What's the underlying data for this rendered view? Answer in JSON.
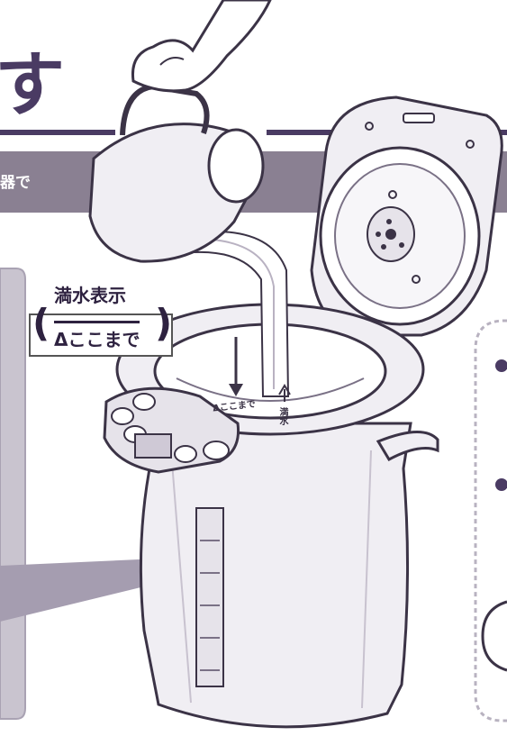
{
  "heading": {
    "fragment": "す"
  },
  "band": {
    "text_fragment": "器で"
  },
  "callout": {
    "title": "満水表示",
    "marker_label": "Δここまで",
    "open_paren": "(",
    "close_paren": ")"
  },
  "pot_markings": {
    "fill_line": "Δここまで",
    "water_level": "満水"
  },
  "colors": {
    "band": "#8a8092",
    "dark_purple": "#4a3b63",
    "left_panel": "#c9c4cf",
    "pot_body": "#f0eef3",
    "outline": "#3b3346"
  }
}
